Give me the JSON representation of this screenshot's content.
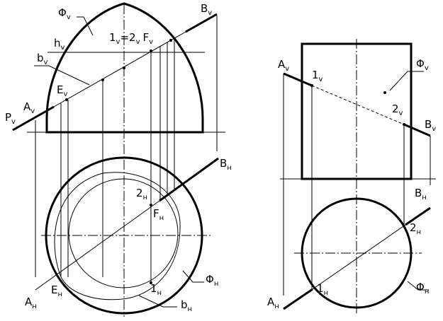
{
  "left_view": {
    "labels": {
      "phi_v": {
        "main": "Φ",
        "sub": "v"
      },
      "b_v_top": {
        "main": "B",
        "sub": "v"
      },
      "h_v": {
        "main": "h",
        "sub": "v"
      },
      "one_two_f": {
        "main": "1",
        "sub": "v",
        "eq": "=",
        "two": "2",
        "sub2": "v",
        "f": "F",
        "sub3": "v"
      },
      "b_v_small": {
        "main": "b",
        "sub": "v"
      },
      "a_v": {
        "main": "A",
        "sub": "v"
      },
      "e_v": {
        "main": "E",
        "sub": "v"
      },
      "p_v": {
        "main": "P",
        "sub": "v"
      },
      "b_h": {
        "main": "B",
        "sub": "н"
      },
      "two_h": {
        "main": "2",
        "sub": "н"
      },
      "f_h": {
        "main": "F",
        "sub": "н"
      },
      "phi_h": {
        "main": "Φ",
        "sub": "н"
      },
      "one_h": {
        "main": "1",
        "sub": "н"
      },
      "a_h": {
        "main": "A",
        "sub": "н"
      },
      "e_h": {
        "main": "E",
        "sub": "н"
      },
      "b_h_small": {
        "main": "b",
        "sub": "н"
      }
    }
  },
  "right_view": {
    "labels": {
      "a_v": {
        "main": "A",
        "sub": "v"
      },
      "one_v": {
        "main": "1",
        "sub": "v"
      },
      "phi_v": {
        "main": "Φ",
        "sub": "v"
      },
      "two_v": {
        "main": "2",
        "sub": "v"
      },
      "b_v": {
        "main": "B",
        "sub": "v"
      },
      "b_h": {
        "main": "B",
        "sub": "н"
      },
      "two_h": {
        "main": "2",
        "sub": "н"
      },
      "a_h": {
        "main": "A",
        "sub": "н"
      },
      "one_h": {
        "main": "1",
        "sub": "н"
      },
      "phi_h": {
        "main": "Φ",
        "sub": "н"
      }
    }
  }
}
